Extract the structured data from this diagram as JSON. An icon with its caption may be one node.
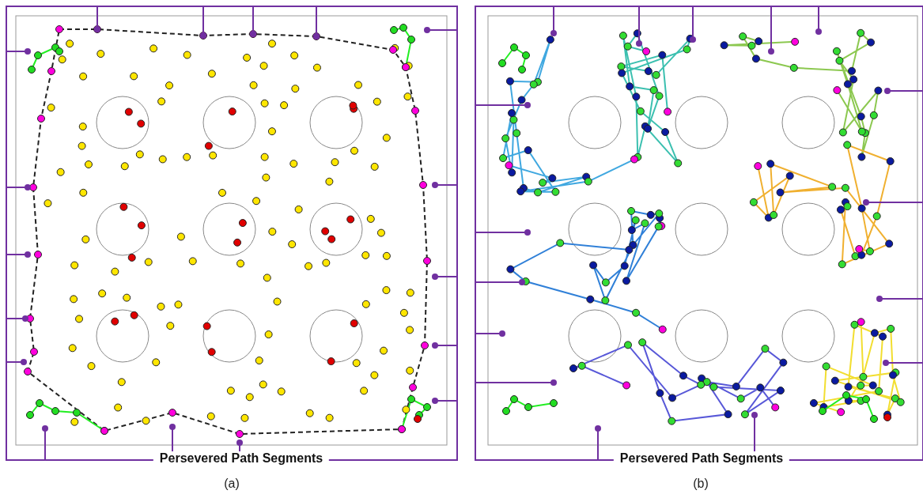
{
  "diagram": {
    "labels": [
      "Persevered Path Segments",
      "(a)",
      "Persevered Path Segments",
      "(b)"
    ]
  }
}
